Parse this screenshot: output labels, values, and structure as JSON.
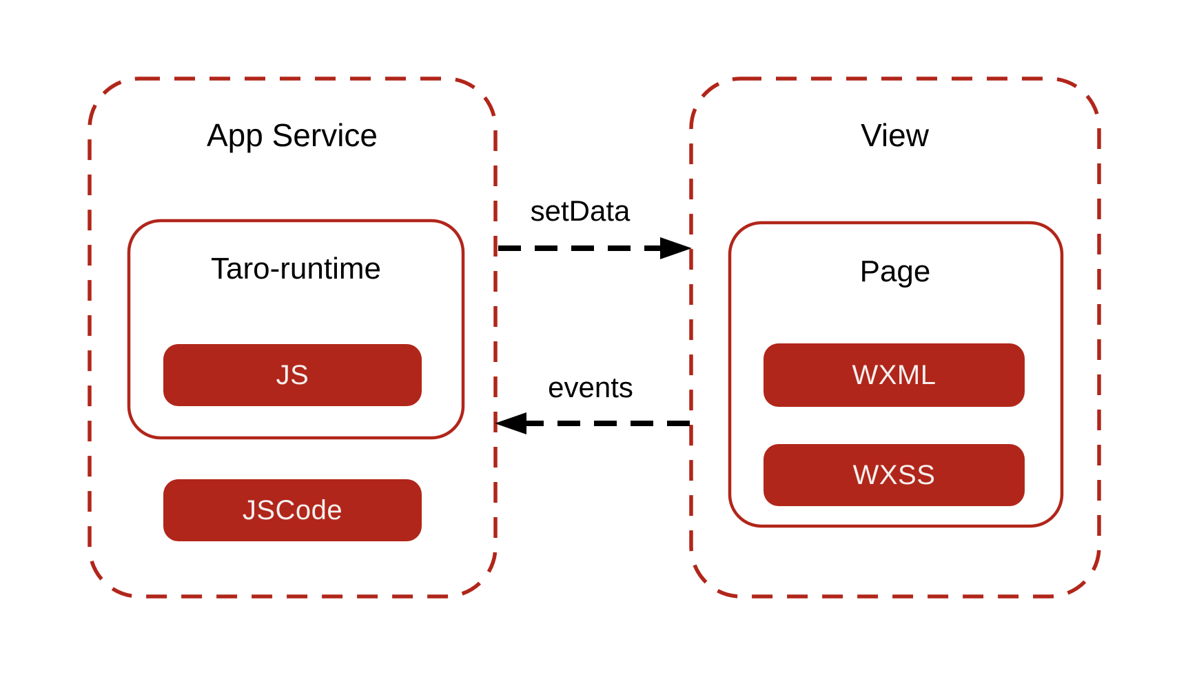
{
  "diagram": {
    "background_color": "#ffffff",
    "accent_red": "#B1261A",
    "arrow_color": "#000000",
    "app_service": {
      "title": "App Service",
      "taro_runtime": {
        "title": "Taro-runtime",
        "js_label": "JS"
      },
      "jscode_label": "JSCode"
    },
    "view": {
      "title": "View",
      "page": {
        "title": "Page",
        "wxml_label": "WXML",
        "wxss_label": "WXSS"
      }
    },
    "arrows": {
      "set_data_label": "setData",
      "events_label": "events"
    }
  }
}
